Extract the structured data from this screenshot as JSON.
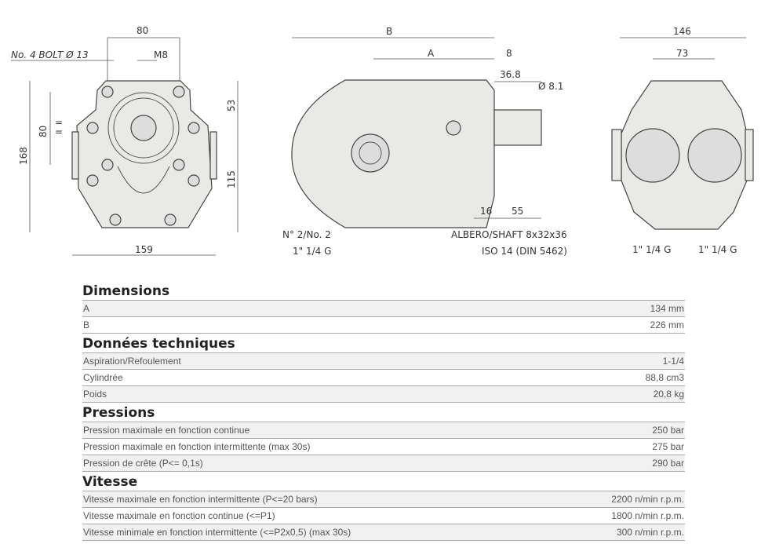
{
  "drawing": {
    "front": {
      "d80_top": "80",
      "bolt": "No. 4 BOLT Ø 13",
      "m8": "M8",
      "d80_side": "80",
      "eq1": "=",
      "eq2": "=",
      "d168": "168",
      "d53": "53",
      "d115": "115",
      "d159": "159"
    },
    "side": {
      "b": "B",
      "a": "A",
      "d8": "8",
      "d36_8": "36.8",
      "d8_1": "Ø 8.1",
      "d16": "16",
      "d55": "55",
      "port1": "N° 2/No. 2",
      "port2": "1\" 1/4 G",
      "shaft1": "ALBERO/SHAFT 8x32x36",
      "shaft2": "ISO 14 (DIN 5462)"
    },
    "rear": {
      "d146": "146",
      "d73": "73",
      "portl": "1\" 1/4 G",
      "portr": "1\" 1/4 G"
    }
  },
  "sections": [
    {
      "title": "Dimensions",
      "rows": [
        {
          "label": "A",
          "value": "134 mm"
        },
        {
          "label": "B",
          "value": "226 mm"
        }
      ]
    },
    {
      "title": "Données techniques",
      "rows": [
        {
          "label": "Aspiration/Refoulement",
          "value": "1-1/4"
        },
        {
          "label": "Cylindrée",
          "value": "88,8 cm3"
        },
        {
          "label": "Poids",
          "value": "20,8 kg"
        }
      ]
    },
    {
      "title": "Pressions",
      "rows": [
        {
          "label": "Pression maximale en fonction continue",
          "value": "250 bar"
        },
        {
          "label": "Pression maximale en fonction intermittente (max 30s)",
          "value": "275 bar"
        },
        {
          "label": "Pression de crête (P<= 0,1s)",
          "value": "290 bar"
        }
      ]
    },
    {
      "title": "Vitesse",
      "rows": [
        {
          "label": "Vitesse maximale en fonction intermittente (P<=20 bars)",
          "value": "2200 n/min r.p.m."
        },
        {
          "label": "Vitesse maximale en fonction continue (<=P1)",
          "value": "1800 n/min r.p.m."
        },
        {
          "label": "Vitesse minimale en fonction intermittente (<=P2x0,5) (max 30s)",
          "value": "300 n/min r.p.m."
        }
      ]
    }
  ]
}
